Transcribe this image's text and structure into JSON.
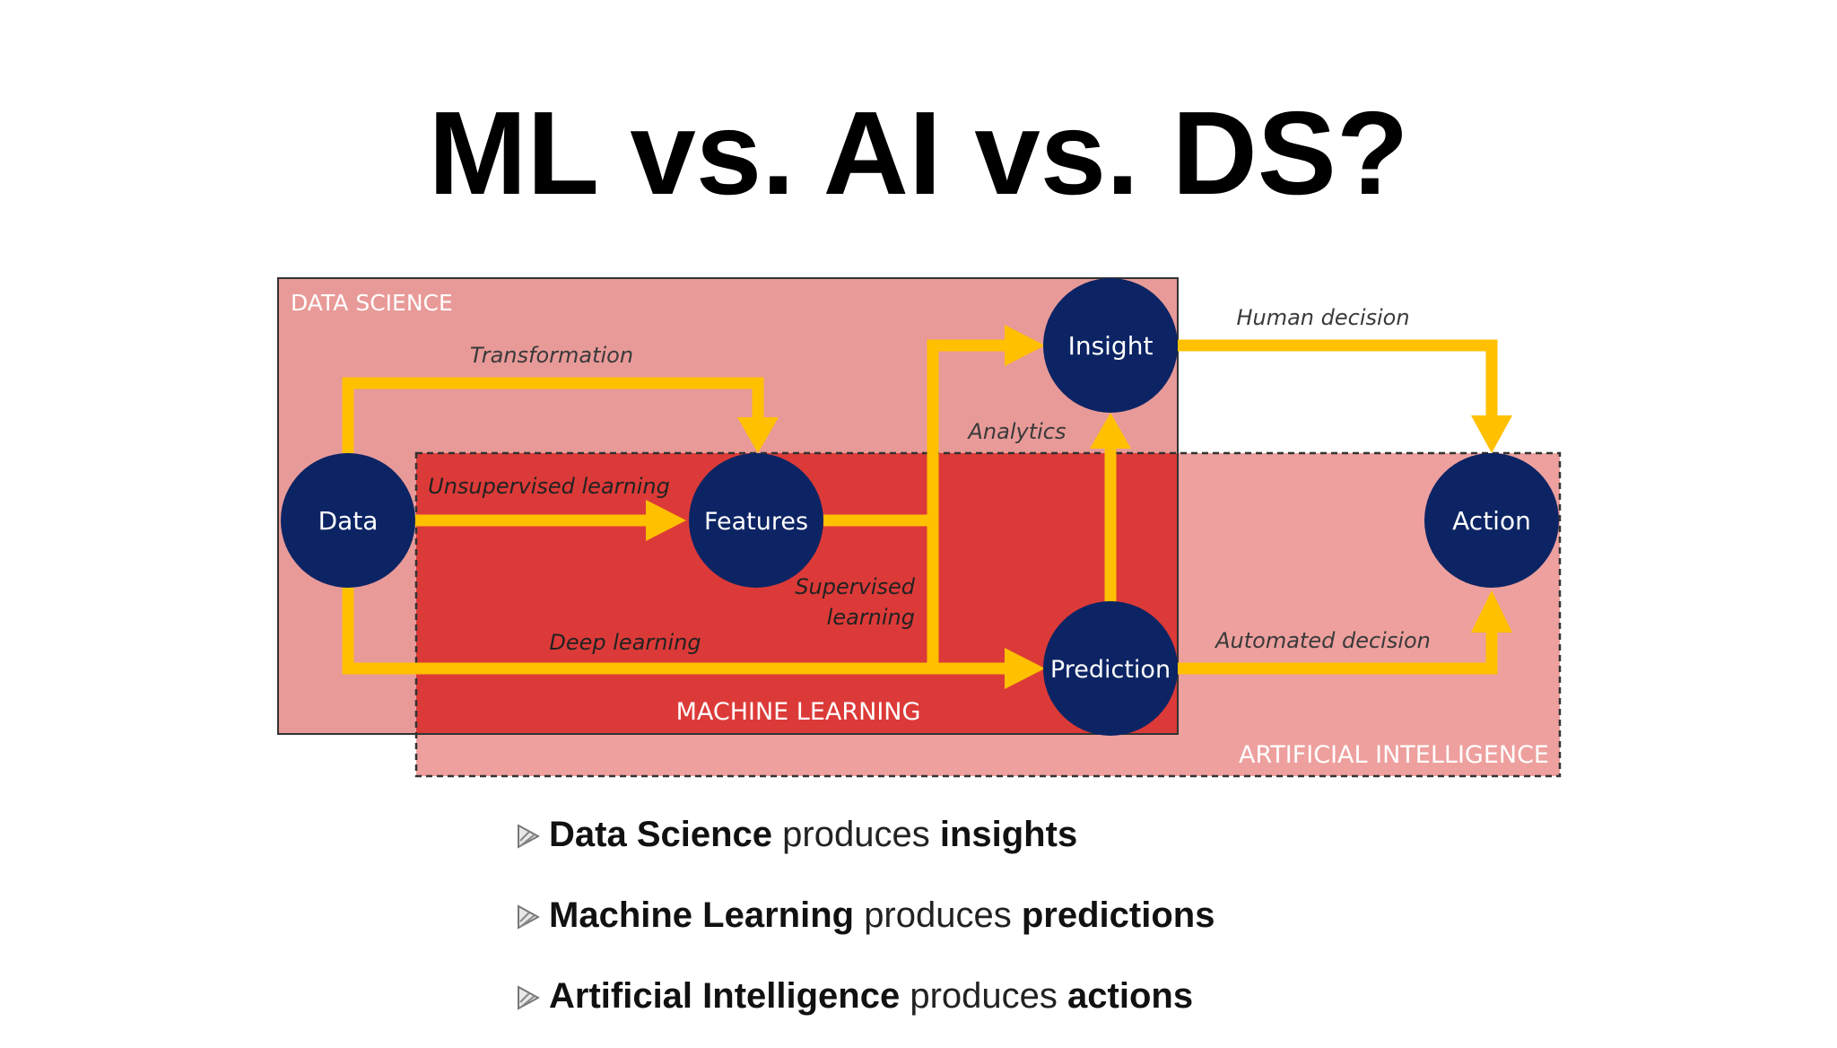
{
  "title": "ML vs. AI vs. DS?",
  "diagram": {
    "regions": {
      "data_science": "DATA SCIENCE",
      "machine_learning": "MACHINE LEARNING",
      "artificial_intelligence": "ARTIFICIAL INTELLIGENCE"
    },
    "nodes": {
      "data": "Data",
      "features": "Features",
      "insight": "Insight",
      "prediction": "Prediction",
      "action": "Action"
    },
    "edges": {
      "transformation": "Transformation",
      "unsupervised": "Unsupervised learning",
      "supervised_1": "Supervised",
      "supervised_2": "learning",
      "deep": "Deep learning",
      "analytics": "Analytics",
      "human": "Human decision",
      "automated": "Automated decision"
    },
    "colors": {
      "data_science_fill": "#e89a98",
      "machine_learning_fill": "#dc3a38",
      "artificial_intelligence_fill": "#eda09e",
      "node_fill": "#0c2464",
      "arrow": "#ffc000"
    }
  },
  "bullets": [
    {
      "subject": "Data Science",
      "verb": "produces",
      "object": "insights"
    },
    {
      "subject": "Machine Learning",
      "verb": "produces",
      "object": "predictions"
    },
    {
      "subject": "Artificial Intelligence",
      "verb": "produces",
      "object": "actions"
    }
  ]
}
